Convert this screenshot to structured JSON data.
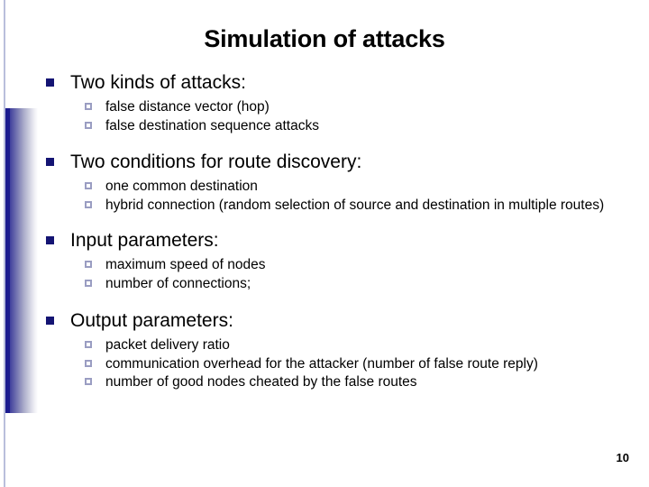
{
  "slide": {
    "title": "Simulation of attacks",
    "page_number": "10",
    "colors": {
      "background": "#ffffff",
      "level1_bullet": "#141473",
      "level2_bullet_border": "#9a9dc2",
      "band_dark": "#1b1b8f",
      "edge_rule": "#b9bfdc",
      "text": "#000000"
    },
    "groups": [
      {
        "heading": "Two kinds of attacks:",
        "items": [
          "false distance vector (hop)",
          "false destination sequence attacks"
        ]
      },
      {
        "heading": "Two conditions for route discovery:",
        "items": [
          "one common destination",
          "hybrid connection (random selection of source and destination in multiple routes)"
        ]
      },
      {
        "heading": "Input parameters:",
        "items": [
          "maximum speed of nodes",
          "number of connections;"
        ]
      },
      {
        "heading": "Output parameters:",
        "items": [
          "packet delivery ratio",
          "communication overhead for the attacker (number of false route reply)",
          "number of good nodes cheated by the false routes"
        ]
      }
    ]
  }
}
